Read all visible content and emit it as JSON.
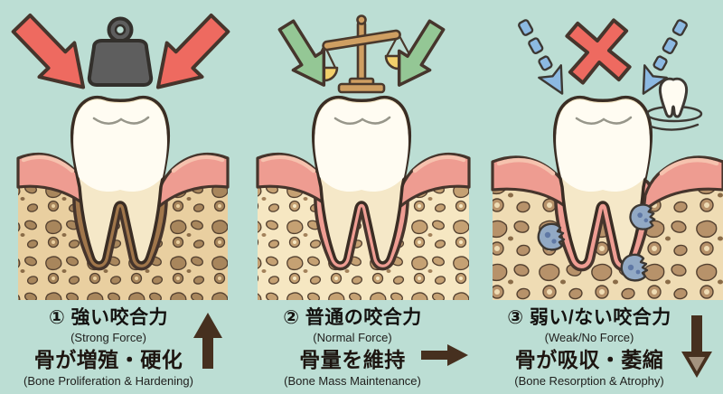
{
  "panels": [
    {
      "force_title": "① 強い咬合力",
      "force_subtitle": "(Strong Force)",
      "outcome": "骨が増殖・硬化",
      "outcome_subtitle": "(Bone Proliferation & Hardening)",
      "trend": "up",
      "icons": [
        "red-force-arrow-left",
        "weight-icon",
        "red-force-arrow-right",
        "tooth-cross-section",
        "gum-tissue",
        "jaw-bone"
      ]
    },
    {
      "force_title": "② 普通の咬合力",
      "force_subtitle": "(Normal Force)",
      "outcome": "骨量を維持",
      "outcome_subtitle": "(Bone Mass Maintenance)",
      "trend": "right",
      "icons": [
        "green-force-arrow-left",
        "balance-scale-icon",
        "green-force-arrow-right",
        "tooth-cross-section",
        "gum-tissue",
        "jaw-bone"
      ]
    },
    {
      "force_title": "③ 弱い/ない咬合力",
      "force_subtitle": "(Weak/No Force)",
      "outcome": "骨が吸収・萎縮",
      "outcome_subtitle": "(Bone Resorption & Atrophy)",
      "trend": "down",
      "icons": [
        "dashed-blue-arrow-left",
        "x-mark-icon",
        "dashed-blue-arrow-right",
        "floating-tooth-icon",
        "tooth-cross-section",
        "gum-tissue",
        "jaw-bone",
        "osteoclast-cells"
      ]
    }
  ],
  "colors": {
    "background": "#bcded4",
    "strong_force_arrow": "#ee6a60",
    "normal_force_arrow": "#94c795",
    "weak_force_arrow": "#8cb9e2",
    "x_mark": "#ee6a60",
    "gum": "#ee9c91",
    "bone_panel1": "#e9cfa0",
    "bone_panel2": "#f6e7c2",
    "bone_panel3": "#efdcb4",
    "tooth_crown": "#fffcf2",
    "tooth_root": "#f5e8c8",
    "weight": "#5e5e5e",
    "scale_wood": "#cf9f62",
    "scale_pan": "#f2d06b",
    "osteoclast": "#92a9c4",
    "trend_arrow": "#46301f",
    "outline": "#46352c"
  }
}
